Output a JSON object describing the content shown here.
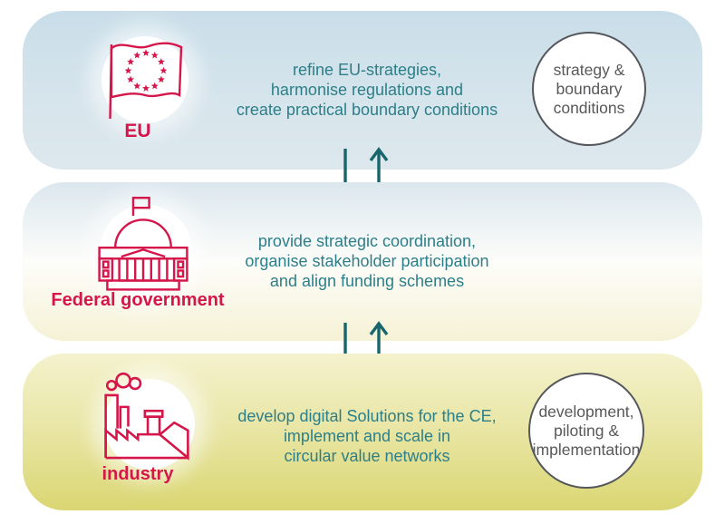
{
  "colors": {
    "accent_red": "#d5164b",
    "teal_text": "#2c7f89",
    "arrow_teal": "#17666b",
    "circle_border_gray": "#54575b",
    "circle_text_gray": "#58585a",
    "band_eu_top": "#c9dee9",
    "band_eu_bottom": "#dde8ed",
    "band_gov_top": "#dbe7ee",
    "band_gov_bottom": "#f6f2d6",
    "band_industry_top": "#f4f2cd",
    "band_industry_bottom": "#dad672"
  },
  "bands": [
    {
      "id": "eu",
      "label": "EU",
      "icon": "eu-flag-icon",
      "description_lines": [
        "refine EU-strategies,",
        "harmonise regulations and",
        "create practical boundary conditions"
      ],
      "circle_lines": [
        "strategy &",
        "boundary",
        "conditions"
      ]
    },
    {
      "id": "federal-government",
      "label": "Federal government",
      "icon": "capitol-building-icon",
      "description_lines": [
        "provide strategic coordination,",
        "organise stakeholder participation",
        "and align funding schemes"
      ]
    },
    {
      "id": "industry",
      "label": "industry",
      "icon": "factory-icon",
      "description_lines": [
        "develop digital Solutions for the CE,",
        "implement and scale in",
        "circular value networks"
      ],
      "circle_lines": [
        "development,",
        "piloting &",
        "implementation"
      ]
    }
  ],
  "arrows": [
    {
      "between": "eu-and-federal-government",
      "directions": [
        "down",
        "up"
      ]
    },
    {
      "between": "federal-government-and-industry",
      "directions": [
        "down",
        "up"
      ]
    }
  ]
}
